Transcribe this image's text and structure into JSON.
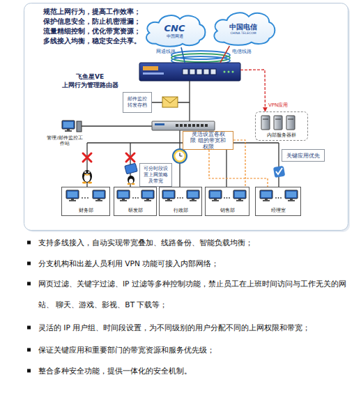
{
  "diagram": {
    "nodes": [
      {
        "text": [
          "CNC",
          "中国网通"
        ]
      },
      {
        "text": [
          "中国电信",
          "CHINA TELECOM"
        ]
      },
      {
        "text": [
          "飞鱼星VE 上网行为管理路由器"
        ]
      },
      {
        "text": [
          "邮件监控 转发存档"
        ]
      },
      {
        "text": [
          "管理/邮件监控工 作站"
        ]
      },
      {
        "text": [
          "内部服务器群"
        ]
      },
      {
        "text": [
          "灵活设置各权限 组的带宽和权限"
        ]
      },
      {
        "text": [
          "可分时段设 置上网策略 及带宽"
        ]
      },
      {
        "text": [
          "关键应用优先"
        ]
      },
      {
        "text": [
          "财务部"
        ]
      },
      {
        "text": [
          "研发部"
        ]
      },
      {
        "text": [
          "行政部"
        ]
      },
      {
        "text": [
          "销售部"
        ]
      },
      {
        "text": [
          "经理室"
        ]
      }
    ],
    "edges": [
      {
        "from": 0,
        "to": 2,
        "label": "网通线路",
        "arrow": "none"
      },
      {
        "from": 1,
        "to": 2,
        "label": "电信线路",
        "arrow": "none"
      },
      {
        "from": 2,
        "to": 5,
        "label": "VPN应用",
        "arrow": "to"
      }
    ],
    "labels": [
      "规范上网行为，提高工作效率； 保护信息安全，防止机密泄漏； 流量精细控制，优化带宽资源； 多线接入均衡，稳定安全共享。",
      "支持多线接入，自动实现带宽叠加、线路备份、智能负载均衡；",
      "分支机构和出差人员利用 VPN 功能可接入内部网络；",
      "网页过滤、关键字过滤、IP 过滤等多种控制功能，禁止员工在上班时间访问与工作无关的网站、 聊天、游戏、影视、BT 下载等；",
      "灵活的 IP 用户组、时间段设置，为不同级别的用户分配不同的上网权限和带宽；",
      "保证关键应用和重要部门的带宽资源和服务优先级；",
      "整合多种安全功能，提供一体化的安全机制。"
    ]
  }
}
